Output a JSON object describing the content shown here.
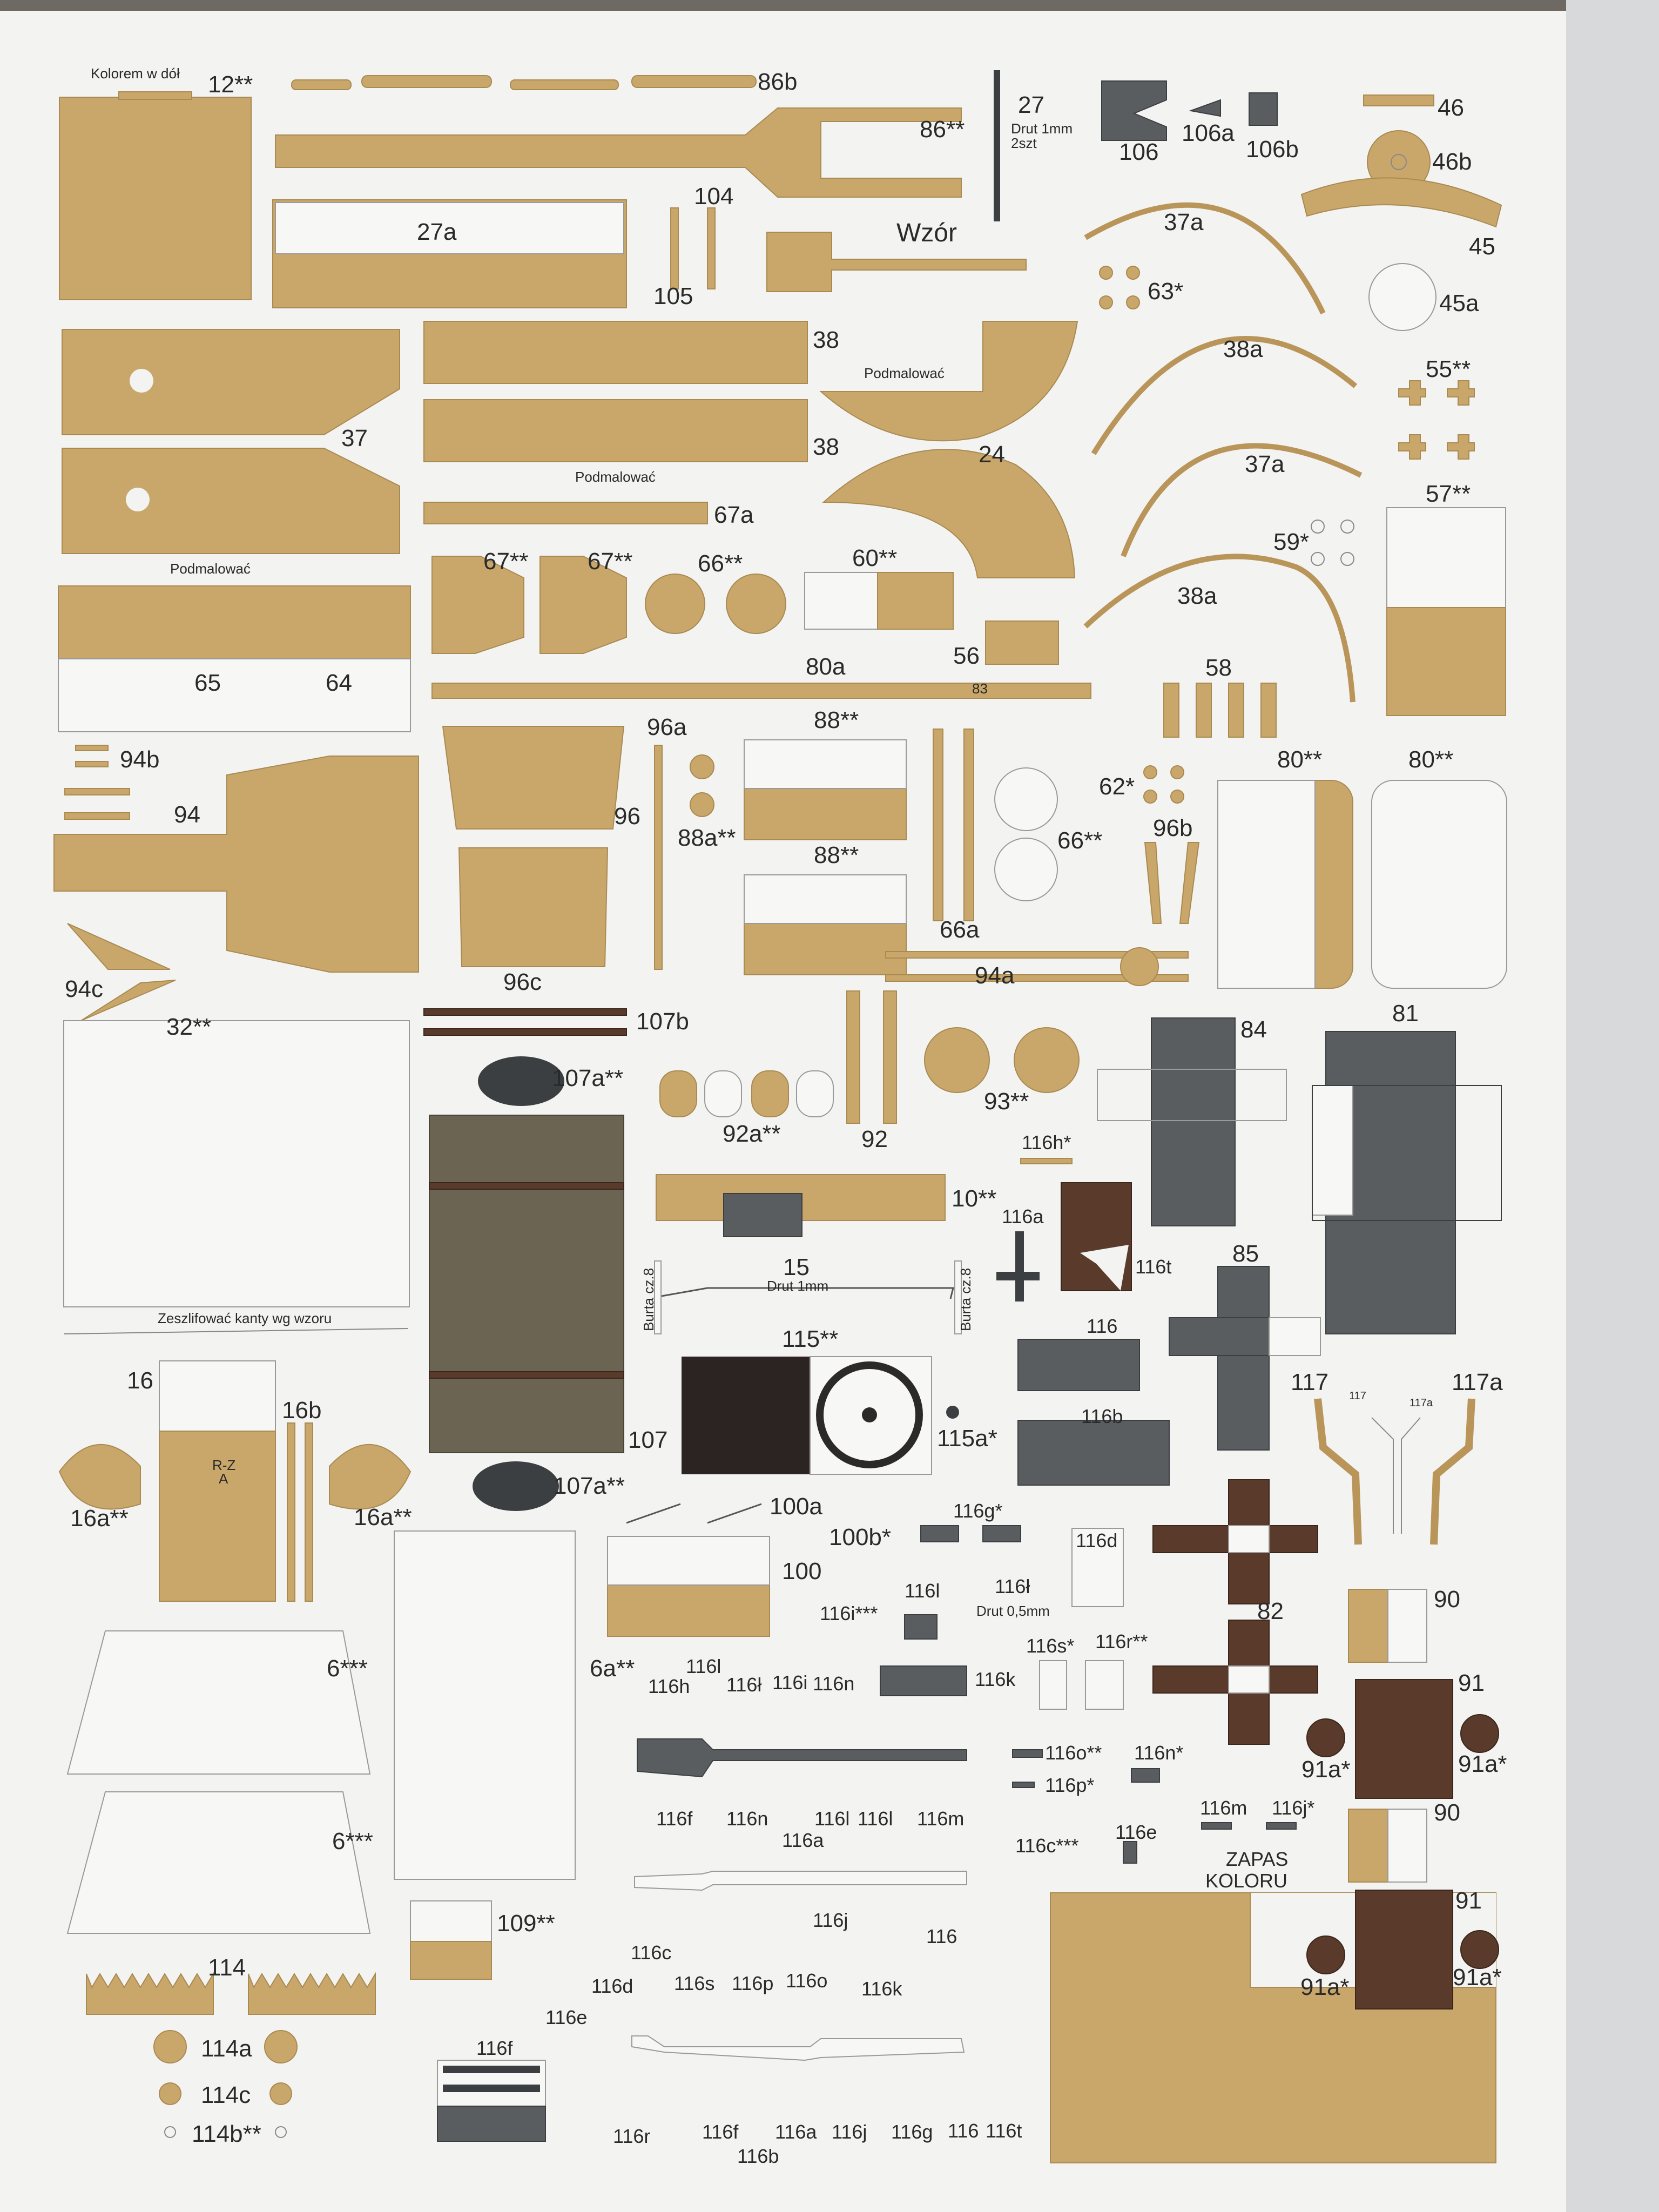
{
  "sheet": {
    "colors": {
      "tan": "#c9a76a",
      "tan_dark": "#b9955a",
      "gray": "#5a5d60",
      "dark_gray": "#3c3f42",
      "brown": "#5a3a2a",
      "dark_brown": "#4a2f22",
      "olive": "#6b6452",
      "outline": "#9a9a9a",
      "paper": "#f3f3f1"
    }
  },
  "labels": {
    "kolorem": "Kolorem w dół",
    "l12": "12**",
    "l86b": "86b",
    "l86": "86**",
    "l27": "27",
    "drut1": "Drut 1mm",
    "szt2": "2szt",
    "l106": "106",
    "l106a": "106a",
    "l106b": "106b",
    "l46": "46",
    "l46b": "46b",
    "l45": "45",
    "l45a": "45a",
    "l27a": "27a",
    "l104": "104",
    "l105": "105",
    "wzor": "Wzór",
    "l37a_1": "37a",
    "l63": "63*",
    "l38_1": "38",
    "l38_2": "38",
    "podmal1": "Podmalować",
    "podmal2": "Podmalować",
    "podmal3": "Podmalować",
    "l37": "37",
    "l24": "24",
    "l38a_1": "38a",
    "l55": "55**",
    "l37a_2": "37a",
    "l67a": "67a",
    "l57": "57**",
    "l59": "59*",
    "l38a_2": "38a",
    "l67_1": "67**",
    "l67_2": "67**",
    "l66": "66**",
    "l60": "60**",
    "l65": "65",
    "l64": "64",
    "l80a": "80a",
    "l83": "83",
    "l56": "56",
    "l58": "58",
    "l94b": "94b",
    "l94": "94",
    "l96a": "96a",
    "l88_1": "88**",
    "l96": "96",
    "l88a": "88a**",
    "l62": "62*",
    "l80_1": "80**",
    "l80_2": "80**",
    "l96b": "96b",
    "l66b": "66**",
    "l88_2": "88**",
    "l66a": "66a",
    "l94c": "94c",
    "l96c": "96c",
    "l94a": "94a",
    "l32": "32**",
    "l107b": "107b",
    "l107a_1": "107a**",
    "l84": "84",
    "l81": "81",
    "l92a": "92a**",
    "l92": "92",
    "l93": "93**",
    "l116h": "116h*",
    "l10": "10**",
    "l116a": "116a",
    "l116t": "116t",
    "burta1": "Burta cz.8",
    "burta2": "Burta cz.8",
    "l15": "15",
    "drut2": "Drut 1mm",
    "zeszlif": "Zeszlifować kanty wg wzoru",
    "l85": "85",
    "l115": "115**",
    "l116": "116",
    "l16": "16",
    "l16b": "16b",
    "rz": "R-Z",
    "rza": "A",
    "l107": "107",
    "l115a": "115a*",
    "l116b": "116b",
    "l117": "117",
    "l117a": "117a",
    "l117s": "117",
    "l117as": "117a",
    "l16a_1": "16a**",
    "l16a_2": "16a**",
    "l107a_2": "107a**",
    "l100a": "100a",
    "l100b": "100b*",
    "l116g": "116g*",
    "l116d": "116d",
    "l100": "100",
    "l116i3": "116i***",
    "l116l": "116l",
    "l116t2": "116ł",
    "drut05": "Drut 0,5mm",
    "l82": "82",
    "l90_1": "90",
    "l6_1": "6***",
    "l6a": "6a**",
    "l116h2": "116h",
    "l116l2": "116l",
    "l116t3": "116ł",
    "l116i": "116i",
    "l116n": "116n",
    "l116k": "116k",
    "l116s": "116s*",
    "l116r": "116r**",
    "l91_1": "91",
    "l91a_1": "91a*",
    "l91a_2": "91a*",
    "l116o": "116o**",
    "l116n2": "116n*",
    "l116p": "116p*",
    "l6_2": "6***",
    "l116f": "116f",
    "l116n3": "116n",
    "l116l3": "116l",
    "l116l4": "116l",
    "l116m": "116m",
    "l116m2": "116m",
    "l116j": "116j*",
    "l116a2": "116a",
    "l116c": "116c***",
    "l116e": "116e",
    "zapas": "ZAPAS",
    "koloru": "KOLORU",
    "l90_2": "90",
    "l116j2": "116j",
    "l116_2": "116",
    "l109": "109**",
    "l114": "114",
    "l116c2": "116c",
    "l116d2": "116d",
    "l116s2": "116s",
    "l116p2": "116p",
    "l116o2": "116o",
    "l116k2": "116k",
    "l116e2": "116e",
    "l91_2": "91",
    "l91a_3": "91a*",
    "l91a_4": "91a*",
    "l114a": "114a",
    "l114c": "114c",
    "l114b": "114b**",
    "l116f2": "116f",
    "l116r2": "116r",
    "l116f3": "116f",
    "l116b2": "116b",
    "l116a3": "116a",
    "l116j3": "116j",
    "l116g2": "116g",
    "l116_3": "116",
    "l116t4": "116t"
  }
}
